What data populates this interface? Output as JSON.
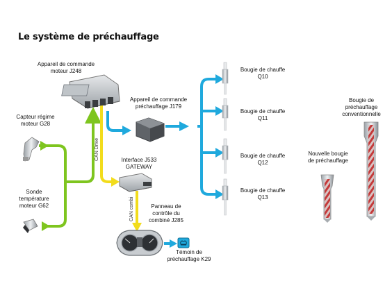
{
  "title": "Le système de préchauffage",
  "components": {
    "ecu": {
      "line1": "Appareil de commande",
      "line2": "moteur J248"
    },
    "glow_ecu": {
      "line1": "Appareil de commande",
      "line2": "préchauffage J179"
    },
    "gateway": {
      "line1": "Interface J533",
      "line2": "GATEWAY"
    },
    "rpm_sensor": {
      "line1": "Capteur régime",
      "line2": "moteur G28"
    },
    "temp_sensor": {
      "line1": "Sonde",
      "line2": "température",
      "line3": "moteur G62"
    },
    "dash": {
      "line1": "Panneau de",
      "line2": "contrôle du",
      "line3": "combiné J285"
    },
    "warning_lamp": {
      "line1": "Témoin de",
      "line2": "préchauffage K29"
    },
    "plug_q10": {
      "line1": "Bougie de chauffe",
      "line2": "Q10"
    },
    "plug_q11": {
      "line1": "Bougie de chauffe",
      "line2": "Q11"
    },
    "plug_q12": {
      "line1": "Bougie de chauffe",
      "line2": "Q12"
    },
    "plug_q13": {
      "line1": "Bougie de chauffe",
      "line2": "Q13"
    },
    "new_plug": {
      "line1": "Nouvelle bougie",
      "line2": "de préchauffage"
    },
    "conv_plug": {
      "line1": "Bougie de",
      "line2": "préchauffage",
      "line3": "conventionnelle"
    }
  },
  "buses": {
    "can_drive": "CAN Drive",
    "can_combi": "CAN combi"
  },
  "colors": {
    "green": "#7ec51f",
    "yellow": "#f2dc1c",
    "blue": "#1fa9dd",
    "coil": "#c43a3a"
  }
}
